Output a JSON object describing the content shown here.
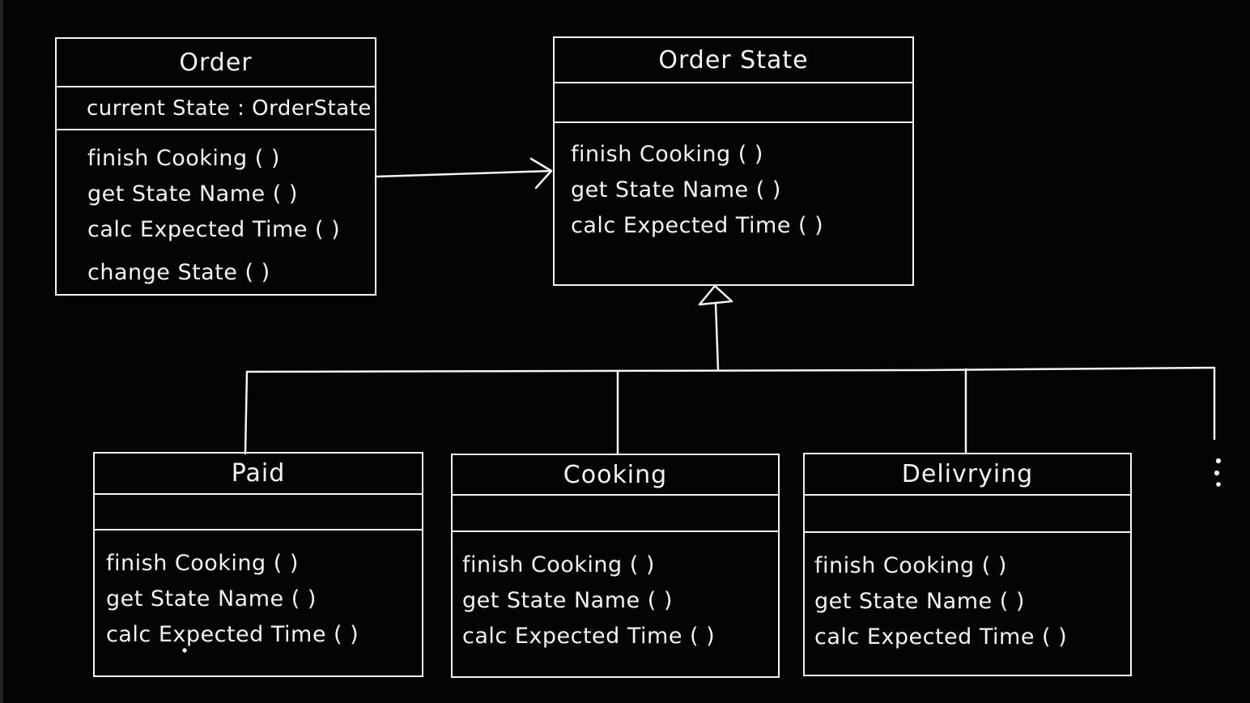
{
  "app": {
    "background_color": "#040404",
    "ink_color": "#f3f3f3",
    "canvas_edge_color": "#222222"
  },
  "diagram": {
    "order": {
      "title": "Order",
      "attribute": "current State : OrderState",
      "methods": [
        "finish Cooking ( )",
        "get State Name ( )",
        "calc Expected Time ( )",
        "change State ( )"
      ]
    },
    "order_state": {
      "title": "Order State",
      "attribute": "",
      "methods": [
        "finish Cooking ( )",
        "get State Name ( )",
        "calc Expected Time ( )"
      ]
    },
    "paid": {
      "title": "Paid",
      "attribute": "",
      "methods": [
        "finish Cooking ( )",
        "get State Name ( )",
        "calc Expected Time ( )"
      ]
    },
    "cooking": {
      "title": "Cooking",
      "attribute": "",
      "methods": [
        "finish Cooking ( )",
        "get State Name ( )",
        "calc Expected Time ( )"
      ]
    },
    "delivrying": {
      "title": "Delivrying",
      "attribute": "",
      "methods": [
        "finish Cooking ( )",
        "get State Name ( )",
        "calc Expected Time ( )"
      ]
    },
    "more_indicator": "⋮",
    "relationships": [
      {
        "type": "association",
        "from": "Order",
        "to": "Order State",
        "arrowhead": "open"
      },
      {
        "type": "generalization",
        "parent": "Order State",
        "children": [
          "Paid",
          "Cooking",
          "Delivrying"
        ],
        "arrowhead": "hollow-triangle"
      }
    ]
  }
}
